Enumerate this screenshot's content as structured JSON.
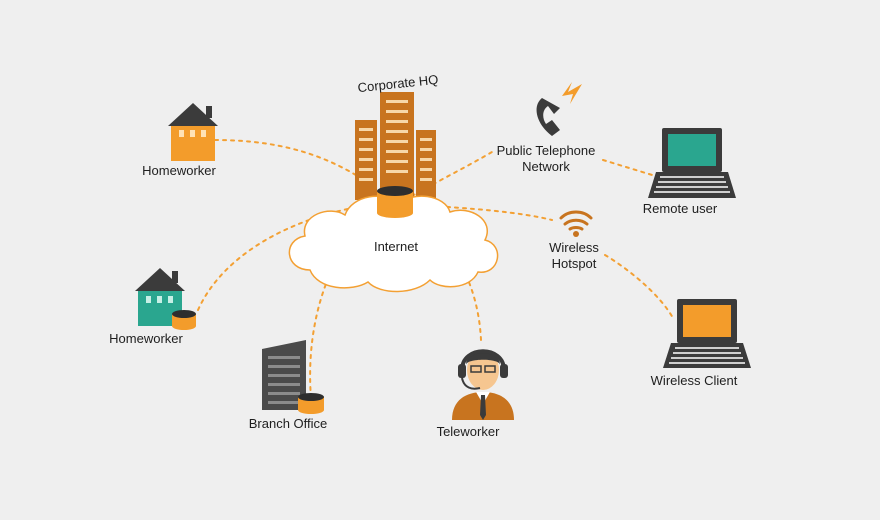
{
  "nodes": {
    "hq": "Corporate HQ",
    "internet": "Internet",
    "homeworker_1": "Homeworker",
    "homeworker_2": "Homeworker",
    "branch_office": "Branch Office",
    "teleworker": "Teleworker",
    "pstn_line1": "Public Telephone",
    "pstn_line2": "Network",
    "remote_user": "Remote user",
    "hotspot_line1": "Wireless",
    "hotspot_line2": "Hotspot",
    "wireless_client": "Wireless Client"
  },
  "colors": {
    "accent": "#f39c2b",
    "link": "#f3a033",
    "building": "#c8741f",
    "dark": "#4b4b4b",
    "teal": "#2aa68f",
    "background": "#efefef"
  },
  "icons": {
    "hq": "office-towers-icon",
    "internet": "cloud-icon",
    "database": "database-cylinder-icon",
    "home": "house-icon",
    "branch": "office-building-icon",
    "teleworker": "headset-person-icon",
    "phone": "telephone-icon",
    "remote_user": "laptop-icon",
    "hotspot": "wifi-icon"
  }
}
